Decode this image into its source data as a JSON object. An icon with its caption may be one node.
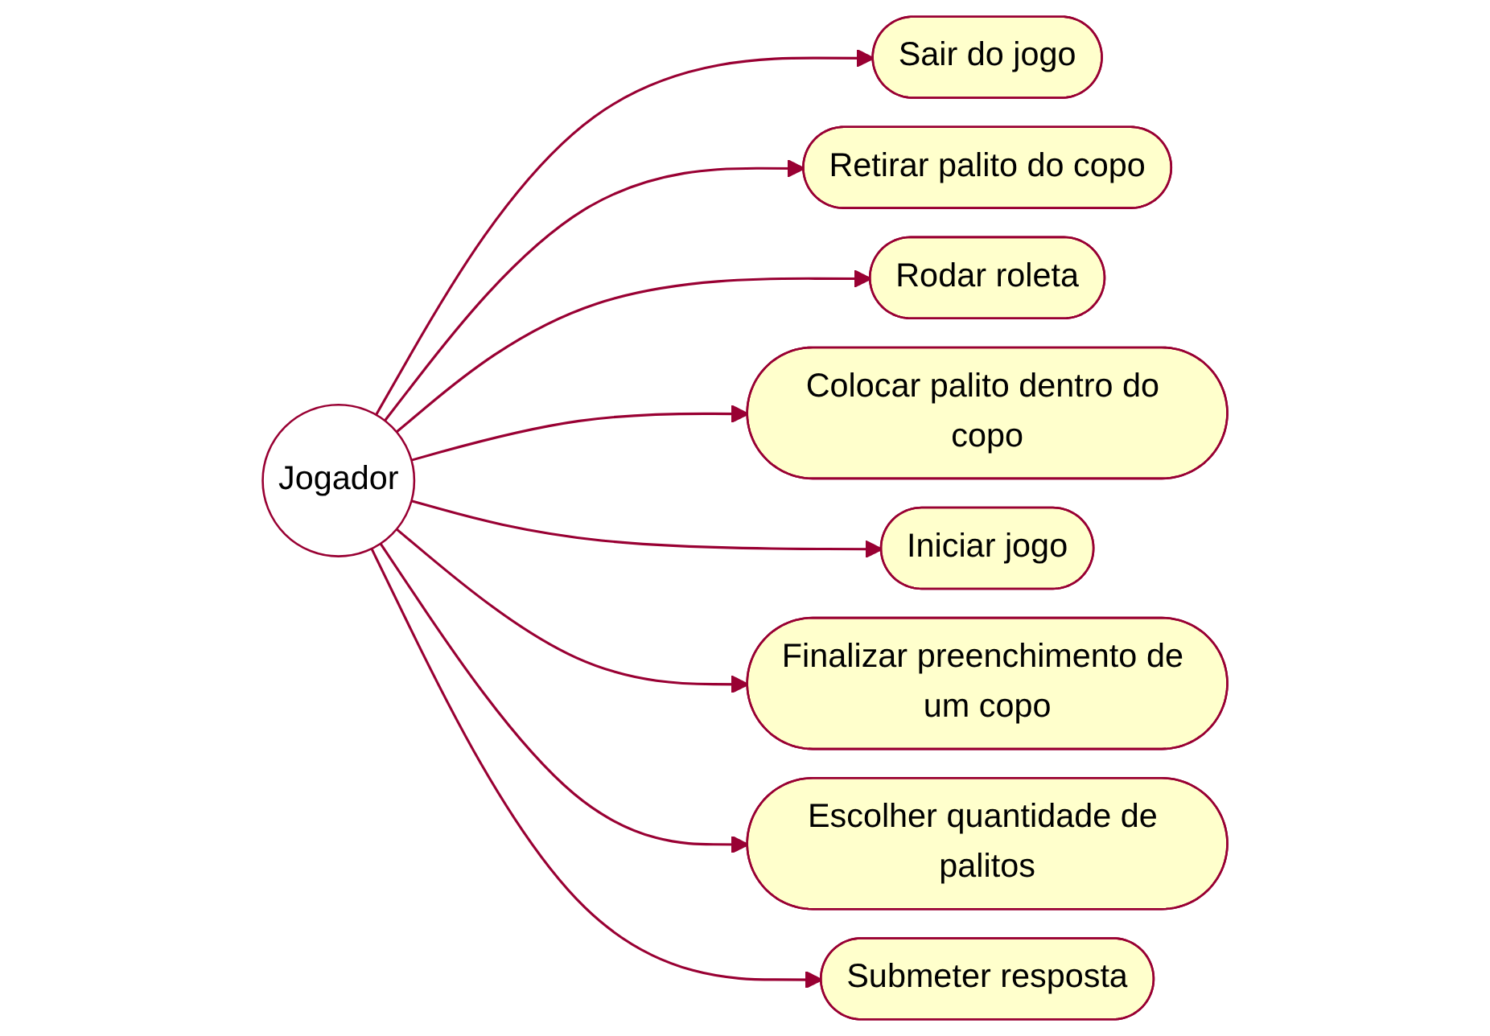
{
  "diagram": {
    "nodes": [
      {
        "text": [
          "Jogador"
        ]
      },
      {
        "text": [
          "Sair do jogo"
        ]
      },
      {
        "text": [
          "Retirar palito do copo"
        ]
      },
      {
        "text": [
          "Rodar roleta"
        ]
      },
      {
        "text": [
          "Colocar palito dentro do copo"
        ]
      },
      {
        "text": [
          "Iniciar jogo"
        ]
      },
      {
        "text": [
          "Finalizar preenchimento de um copo"
        ]
      },
      {
        "text": [
          "Escolher quantidade de palitos"
        ]
      },
      {
        "text": [
          "Submeter resposta"
        ]
      }
    ],
    "edges": [
      {
        "from": 0,
        "to": 1,
        "arrow": "to"
      },
      {
        "from": 0,
        "to": 2,
        "arrow": "to"
      },
      {
        "from": 0,
        "to": 3,
        "arrow": "to"
      },
      {
        "from": 0,
        "to": 4,
        "arrow": "to"
      },
      {
        "from": 0,
        "to": 5,
        "arrow": "to"
      },
      {
        "from": 0,
        "to": 6,
        "arrow": "to"
      },
      {
        "from": 0,
        "to": 7,
        "arrow": "to"
      },
      {
        "from": 0,
        "to": 8,
        "arrow": "to"
      }
    ]
  }
}
